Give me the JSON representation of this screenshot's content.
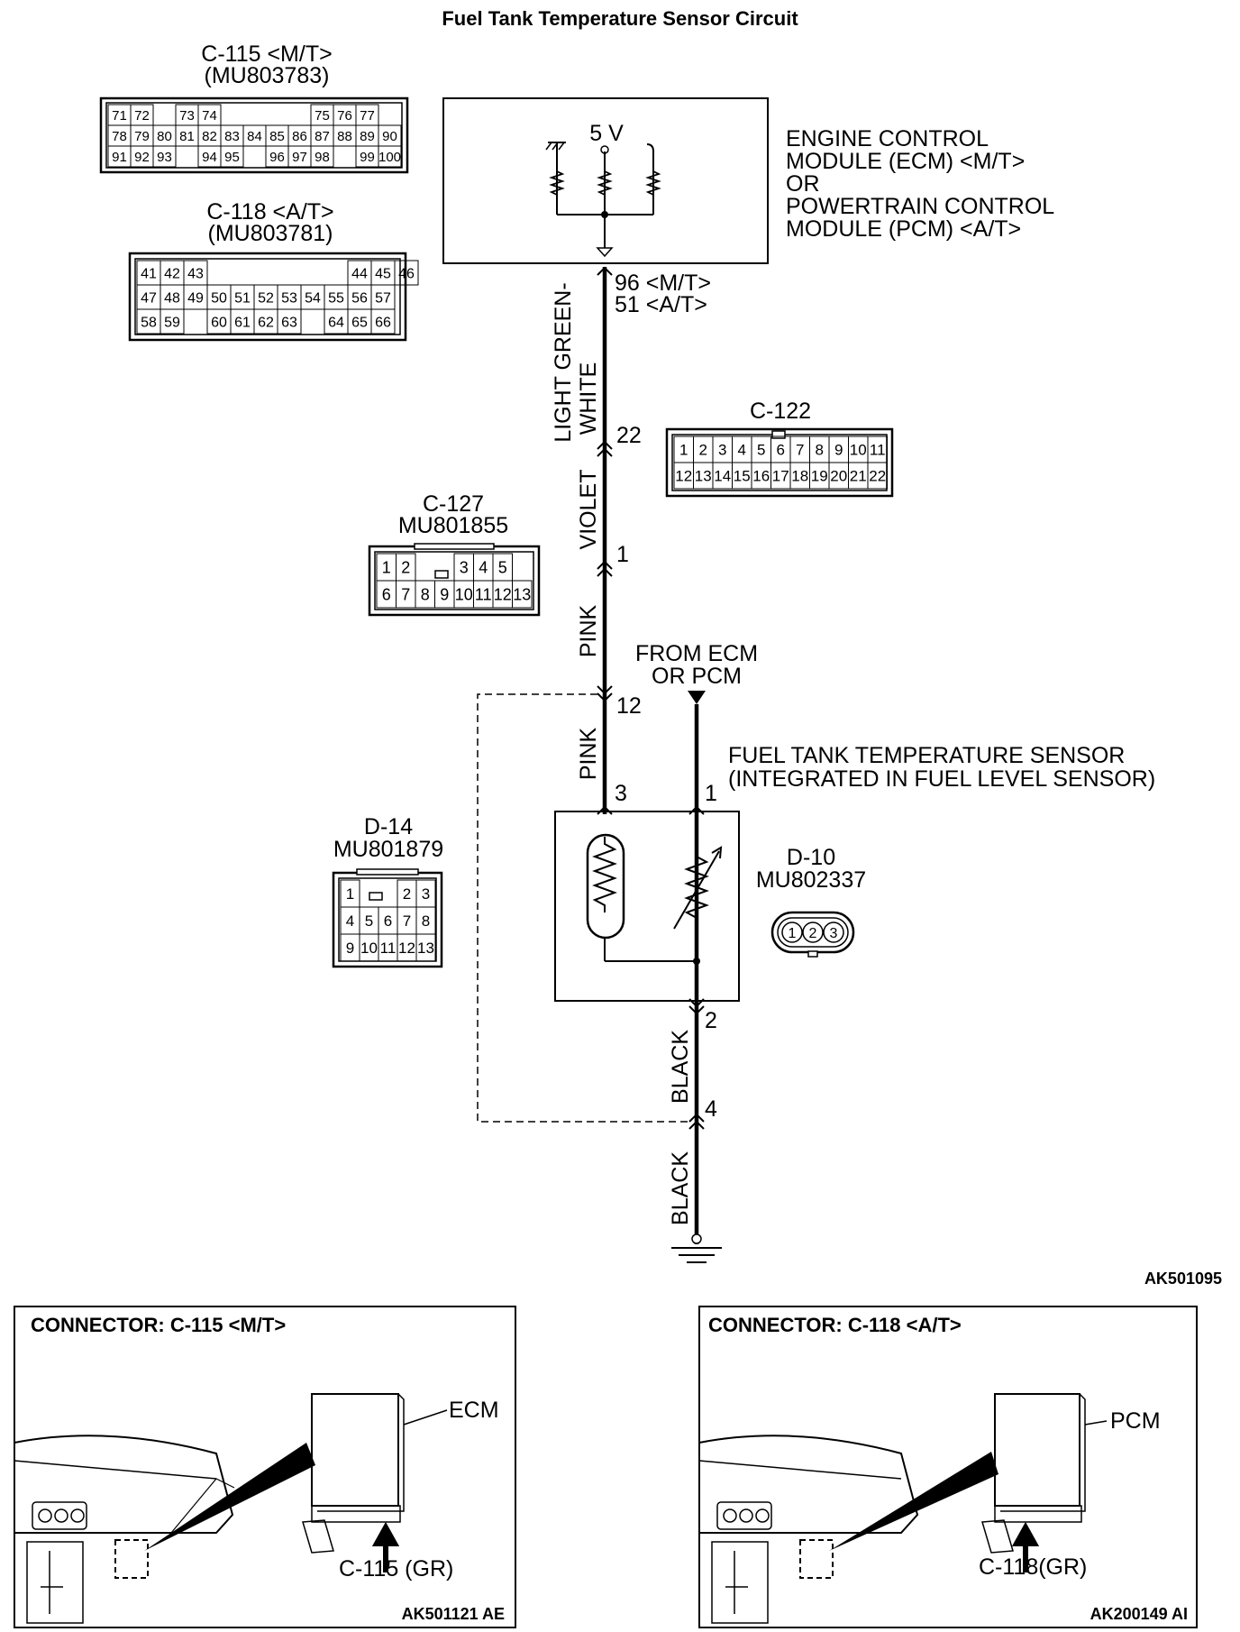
{
  "title": "Fuel Tank Temperature Sensor Circuit",
  "connectors": {
    "c115": {
      "label": "C-115 <M/T>",
      "part": "(MU803783)",
      "rows": [
        [
          "71",
          "72",
          "",
          "73",
          "74",
          "",
          "",
          "",
          "",
          "75",
          "76",
          "77"
        ],
        [
          "78",
          "79",
          "80",
          "81",
          "82",
          "83",
          "84",
          "85",
          "86",
          "87",
          "88",
          "89",
          "90"
        ],
        [
          "91",
          "92",
          "93",
          "",
          "94",
          "95",
          "",
          "96",
          "97",
          "98",
          "",
          "99",
          "100"
        ]
      ]
    },
    "c118": {
      "label": "C-118 <A/T>",
      "part": "(MU803781)",
      "rows": [
        [
          "41",
          "42",
          "43",
          "",
          "",
          "",
          "",
          "",
          "",
          "44",
          "45",
          "46"
        ],
        [
          "47",
          "48",
          "49",
          "50",
          "51",
          "52",
          "53",
          "54",
          "55",
          "56",
          "57"
        ],
        [
          "58",
          "59",
          "",
          "60",
          "61",
          "62",
          "63",
          "",
          "64",
          "65",
          "66"
        ]
      ]
    },
    "c122": {
      "label": "C-122",
      "rows": [
        [
          "1",
          "2",
          "3",
          "4",
          "5",
          "6",
          "7",
          "8",
          "9",
          "10",
          "11"
        ],
        [
          "12",
          "13",
          "14",
          "15",
          "16",
          "17",
          "18",
          "19",
          "20",
          "21",
          "22"
        ]
      ]
    },
    "c127": {
      "label": "C-127",
      "part": "MU801855",
      "rows": [
        [
          "1",
          "2",
          "",
          "",
          "3",
          "4",
          "5"
        ],
        [
          "6",
          "7",
          "8",
          "9",
          "10",
          "11",
          "12",
          "13"
        ]
      ]
    },
    "d14": {
      "label": "D-14",
      "part": "MU801879",
      "rows": [
        [
          "1",
          "",
          "",
          "2",
          "3"
        ],
        [
          "4",
          "5",
          "6",
          "7",
          "8"
        ],
        [
          "9",
          "10",
          "11",
          "12",
          "13"
        ]
      ]
    },
    "d10": {
      "label": "D-10",
      "part": "MU802337",
      "pins": [
        "1",
        "2",
        "3"
      ]
    }
  },
  "ecm": {
    "label_lines": [
      "ENGINE CONTROL",
      "MODULE (ECM) <M/T>",
      "OR",
      "POWERTRAIN CONTROL",
      "MODULE (PCM) <A/T>"
    ],
    "voltage": "5 V",
    "terminal_mt": "96 <M/T>",
    "terminal_at": "51 <A/T>"
  },
  "wires": {
    "light_green_1": "LIGHT GREEN-",
    "light_green_2": "WHITE",
    "violet": "VIOLET",
    "pink_upper": "PINK",
    "pink_lower": "PINK",
    "black_upper": "BLACK",
    "black_lower": "BLACK"
  },
  "pins": {
    "p22": "22",
    "p1": "1",
    "p12": "12",
    "p3": "3",
    "p1b": "1",
    "p2": "2",
    "p4": "4"
  },
  "from_ecm": [
    "FROM ECM",
    "OR PCM"
  ],
  "sensor_label": [
    "FUEL TANK TEMPERATURE SENSOR",
    "(INTEGRATED IN FUEL LEVEL SENSOR)"
  ],
  "codes": {
    "main": "AK501095",
    "left": "AK501121 AE",
    "right": "AK200149 AI"
  },
  "panels": {
    "left": {
      "title": "CONNECTOR: C-115 <M/T>",
      "module": "ECM",
      "callout": "C-115 (GR)"
    },
    "right": {
      "title": "CONNECTOR: C-118 <A/T>",
      "module": "PCM",
      "callout": "C-118(GR)"
    }
  }
}
